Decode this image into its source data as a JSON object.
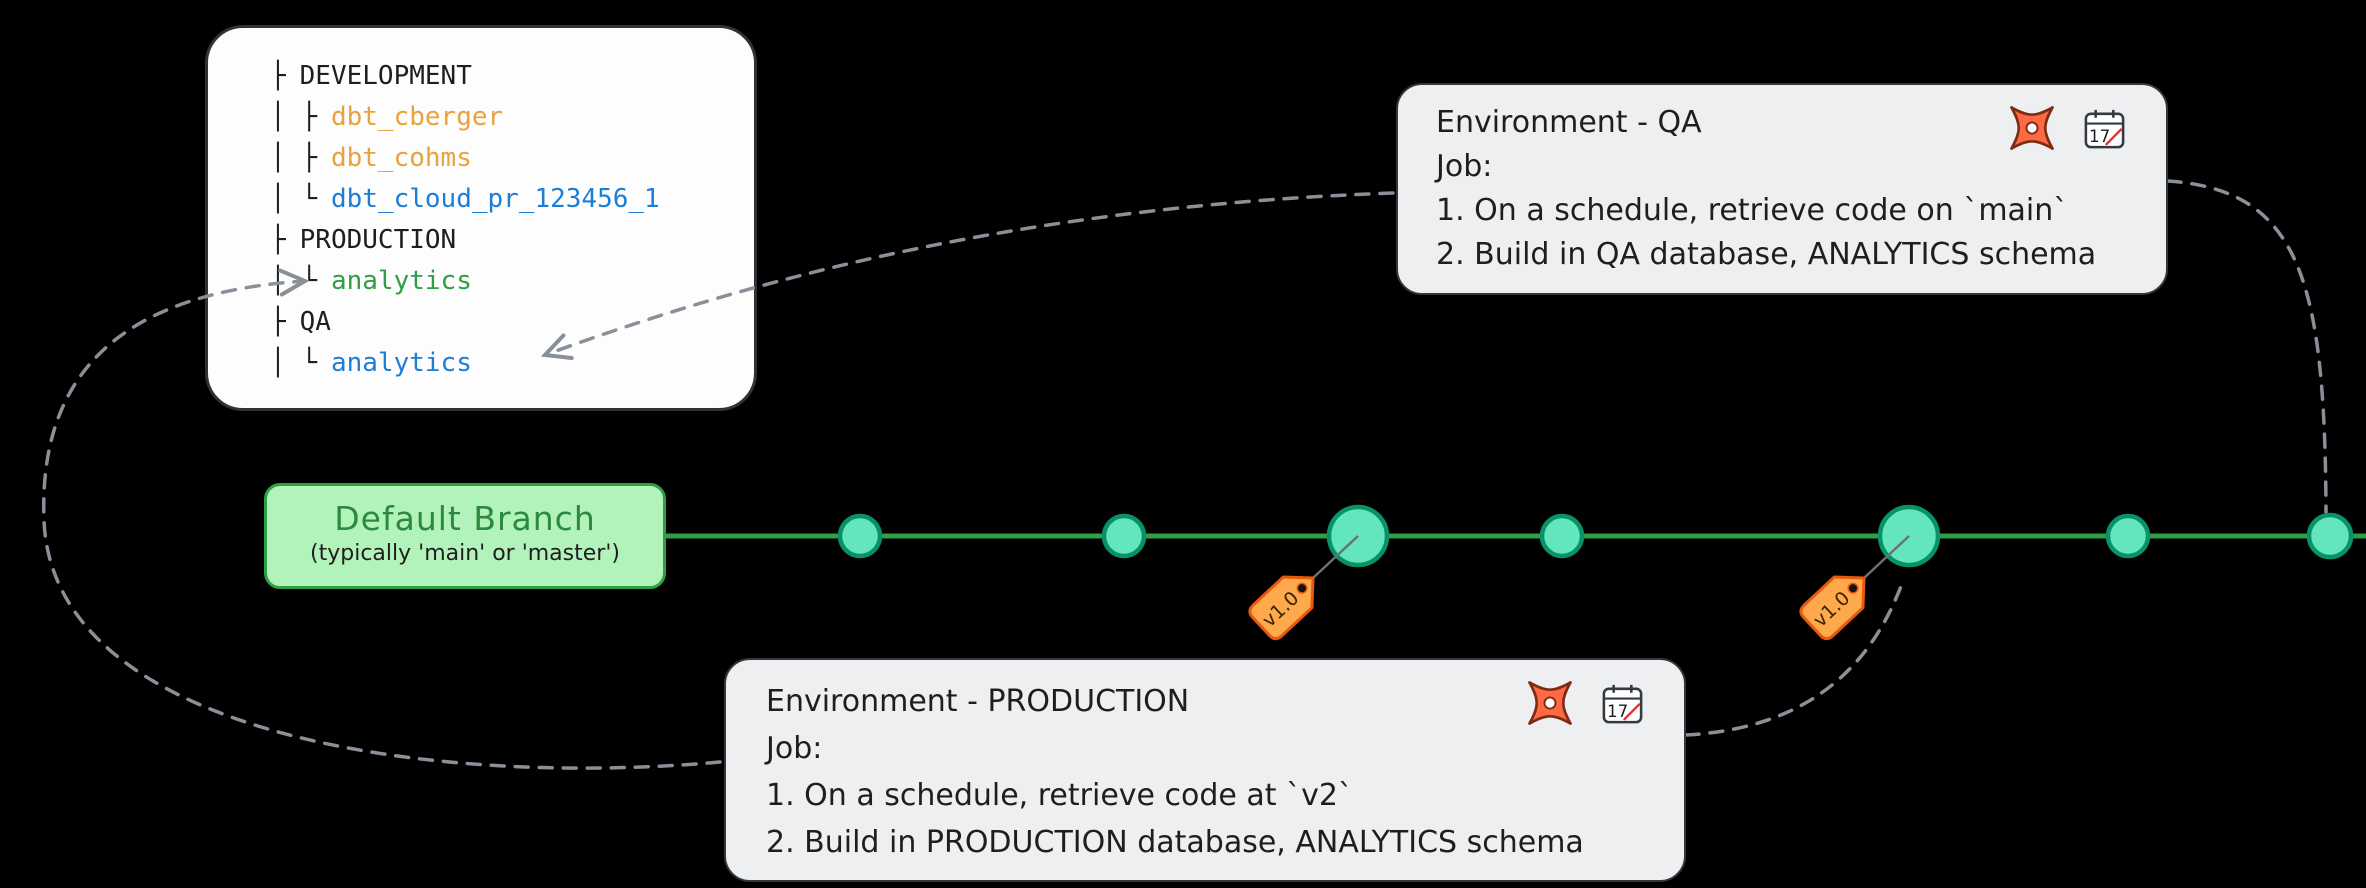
{
  "tree_card": {
    "lines": [
      {
        "prefix": "├",
        "label": "DEVELOPMENT"
      },
      {
        "prefix": "│ ├",
        "label": "dbt_cberger"
      },
      {
        "prefix": "│ ├",
        "label": "dbt_cohms"
      },
      {
        "prefix": "│ └",
        "label": "dbt_cloud_pr_123456_1"
      },
      {
        "prefix": "├",
        "label": "PRODUCTION"
      },
      {
        "prefix": "│ └",
        "label": "analytics"
      },
      {
        "prefix": "├",
        "label": "QA"
      },
      {
        "prefix": "│ └",
        "label": "analytics"
      }
    ]
  },
  "qa_card": {
    "title": "Environment - QA",
    "job_label": "Job:",
    "steps": [
      "1. On a schedule, retrieve code on `main`",
      "2. Build in QA database, ANALYTICS schema"
    ],
    "scheduler_icon": "dbt-scheduler-icon",
    "calendar_icon": "calendar-icon",
    "calendar_date": "17"
  },
  "production_card": {
    "title": "Environment - PRODUCTION",
    "job_label": "Job:",
    "steps": [
      "1. On a schedule, retrieve code at `v2`",
      "2. Build in PRODUCTION database, ANALYTICS schema"
    ],
    "scheduler_icon": "dbt-scheduler-icon",
    "calendar_icon": "calendar-icon",
    "calendar_date": "17"
  },
  "branch_box": {
    "label": "Default Branch",
    "sublabel": "(typically 'main' or 'master')"
  },
  "branch": {
    "commit_count": 7,
    "tags": [
      "v1.0",
      "v1.0"
    ]
  },
  "colors": {
    "background": "#000000",
    "branch_green": "#2f9e44",
    "branch_box_fill": "#b2f2bb",
    "commit_fill": "#63e6be",
    "commit_stroke": "#099268",
    "tag_orange": "#ffa94d",
    "tag_border": "#e8590c",
    "connector_gray": "#8a9099",
    "dev_schema_orange": "#e8a33c",
    "pr_schema_blue": "#1c7ed6",
    "prod_schema_green": "#2f9e44"
  }
}
